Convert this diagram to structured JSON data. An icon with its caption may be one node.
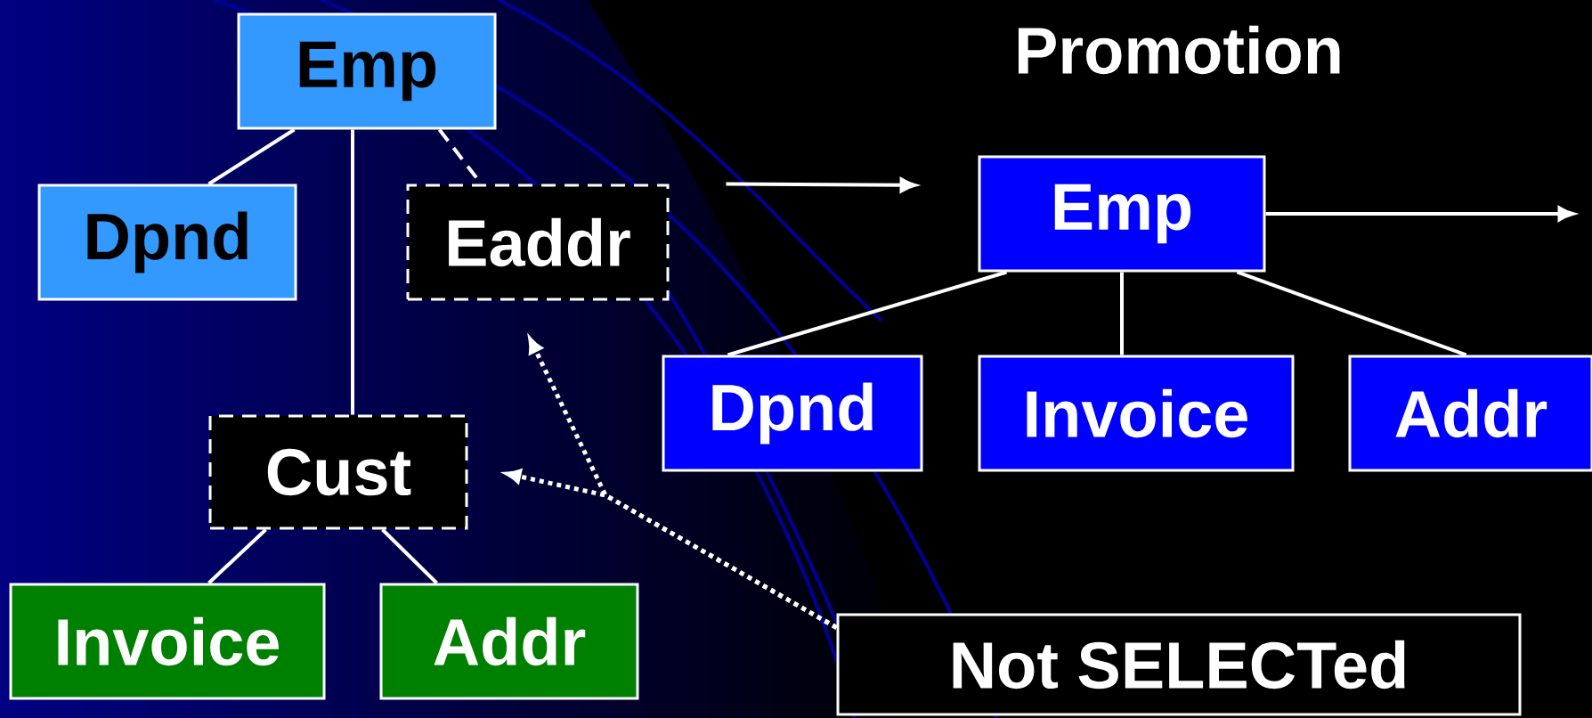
{
  "diagram": {
    "title": "Promotion",
    "nodes": [
      {
        "text": [
          "Emp"
        ]
      },
      {
        "text": [
          "Dpnd"
        ]
      },
      {
        "text": [
          "Eaddr"
        ]
      },
      {
        "text": [
          "Cust"
        ]
      },
      {
        "text": [
          "Invoice"
        ]
      },
      {
        "text": [
          "Addr"
        ]
      },
      {
        "text": [
          "Emp"
        ]
      },
      {
        "text": [
          "Dpnd"
        ]
      },
      {
        "text": [
          "Invoice"
        ]
      },
      {
        "text": [
          "Addr"
        ]
      },
      {
        "text": [
          "Not SELECTed"
        ]
      }
    ],
    "edges": [
      {
        "from": 0,
        "to": 1,
        "arrow": "none"
      },
      {
        "from": 0,
        "to": 2,
        "arrow": "none",
        "style": "dashed"
      },
      {
        "from": 0,
        "to": 3,
        "arrow": "none"
      },
      {
        "from": 3,
        "to": 4,
        "arrow": "none"
      },
      {
        "from": 3,
        "to": 5,
        "arrow": "none"
      },
      {
        "from": 6,
        "to": 7,
        "arrow": "none"
      },
      {
        "from": 6,
        "to": 8,
        "arrow": "none"
      },
      {
        "from": 6,
        "to": 9,
        "arrow": "none"
      },
      {
        "from": 2,
        "to": 6,
        "arrow": "to"
      },
      {
        "from": 6,
        "to": null,
        "arrow": "to"
      },
      {
        "from": 10,
        "to": 3,
        "arrow": "to",
        "style": "dashed"
      },
      {
        "from": 10,
        "to": 2,
        "arrow": "to",
        "style": "dashed"
      }
    ]
  }
}
